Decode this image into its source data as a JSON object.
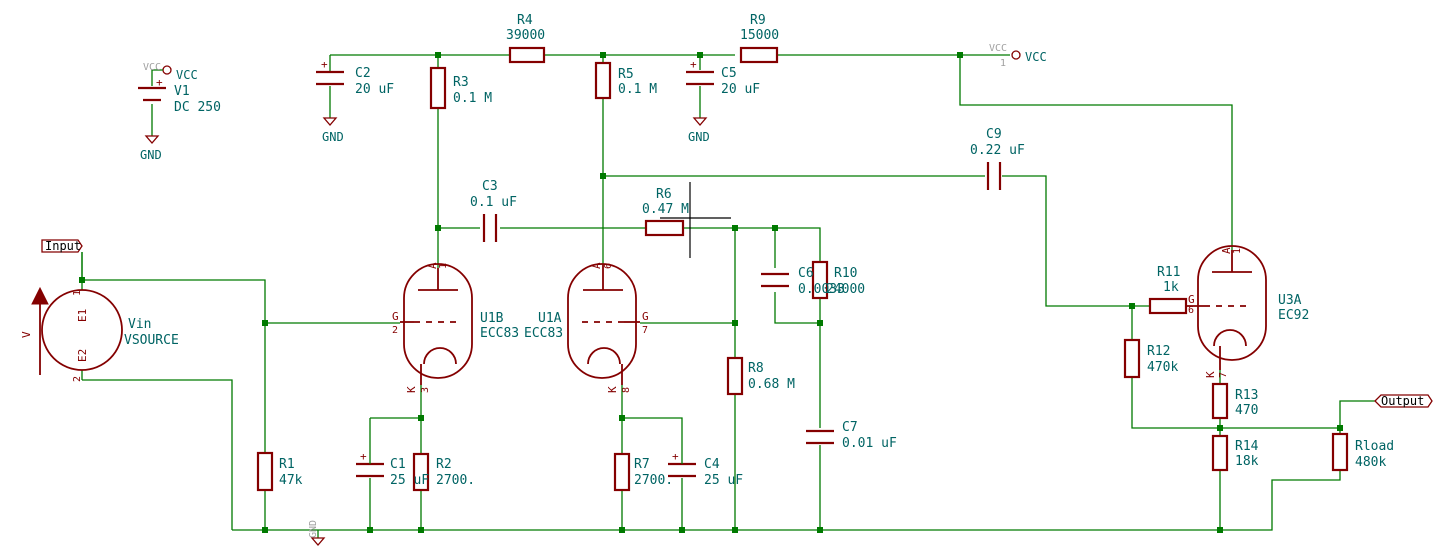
{
  "components": {
    "R1": {
      "ref": "R1",
      "value": "47k"
    },
    "R2": {
      "ref": "R2",
      "value": "2700."
    },
    "R3": {
      "ref": "R3",
      "value": "0.1 M"
    },
    "R4": {
      "ref": "R4",
      "value": "39000"
    },
    "R5": {
      "ref": "R5",
      "value": "0.1 M"
    },
    "R6": {
      "ref": "R6",
      "value": "0.47 M"
    },
    "R7": {
      "ref": "R7",
      "value": "2700."
    },
    "R8": {
      "ref": "R8",
      "value": "0.68 M"
    },
    "R9": {
      "ref": "R9",
      "value": "15000"
    },
    "R10": {
      "ref": "R10",
      "value": "24000"
    },
    "R11": {
      "ref": "R11",
      "value": "1k"
    },
    "R12": {
      "ref": "R12",
      "value": "470k"
    },
    "R13": {
      "ref": "R13",
      "value": "470"
    },
    "R14": {
      "ref": "R14",
      "value": "18k"
    },
    "Rload": {
      "ref": "Rload",
      "value": "480k"
    },
    "C1": {
      "ref": "C1",
      "value": "25 uF"
    },
    "C2": {
      "ref": "C2",
      "value": "20 uF"
    },
    "C3": {
      "ref": "C3",
      "value": "0.1 uF"
    },
    "C4": {
      "ref": "C4",
      "value": "25 uF"
    },
    "C5": {
      "ref": "C5",
      "value": "20 uF"
    },
    "C6": {
      "ref": "C6",
      "value": "0.0033"
    },
    "C7": {
      "ref": "C7",
      "value": "0.01 uF"
    },
    "C9": {
      "ref": "C9",
      "value": "0.22 uF"
    },
    "U1B": {
      "ref": "U1B",
      "value": "ECC83"
    },
    "U1A": {
      "ref": "U1A",
      "value": "ECC83"
    },
    "U3A": {
      "ref": "U3A",
      "value": "EC92"
    },
    "Vin": {
      "ref": "Vin",
      "value": "VSOURCE"
    },
    "V1": {
      "ref": "V1",
      "value": "DC 250"
    }
  },
  "power": {
    "vcc": "VCC",
    "gnd": "GND",
    "pin1": "1"
  },
  "labels": {
    "input": "Input",
    "output": "Output"
  },
  "pins": {
    "A": "A",
    "G": "G",
    "K": "K",
    "E1": "E1",
    "E2": "E2",
    "n1": "1",
    "n2": "2",
    "n3": "3",
    "n6": "6",
    "n7": "7",
    "n8": "8",
    "plus": "+",
    "v": "V"
  }
}
